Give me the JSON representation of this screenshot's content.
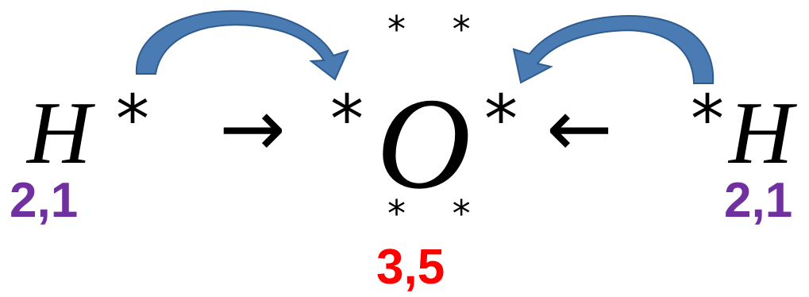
{
  "colors": {
    "electron_arrow": "#4a7bb3",
    "electron_arrow_edge": "#2f5c8f",
    "hydrogen_config": "#7030a0",
    "oxygen_config": "#ff0000",
    "text": "#000000"
  },
  "left_h": {
    "symbol": "H",
    "dot": "*",
    "config": "2,1"
  },
  "right_h": {
    "symbol": "H",
    "dot": "*",
    "config": "2,1"
  },
  "oxygen": {
    "symbol": "O",
    "left_dot": "*",
    "right_dot": "*",
    "top_pair": "* *",
    "bottom_pair": "* *",
    "config": "3,5"
  },
  "arrows": {
    "left": "→",
    "right": "←"
  }
}
